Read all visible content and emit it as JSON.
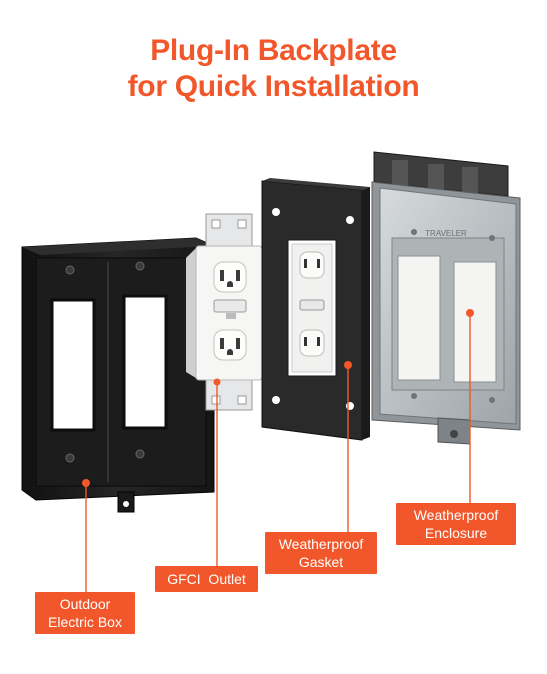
{
  "header": {
    "title_line_1": "Plug-In Backplate",
    "title_line_2": "for Quick Installation"
  },
  "callouts": {
    "outdoor_box": {
      "line1": "Outdoor",
      "line2": "Electric Box"
    },
    "gfci_outlet": {
      "line1": "GFCI  Outlet"
    },
    "gasket": {
      "line1": "Weatherproof",
      "line2": "Gasket"
    },
    "enclosure": {
      "line1": "Weatherproof",
      "line2": "Enclosure"
    }
  },
  "product": {
    "brand_mark": "TRAVELER"
  },
  "colors": {
    "accent": "#f2572b",
    "box": "#1b1b1b",
    "gasket": "#2a2a2a",
    "outlet": "#f4f4f2",
    "enclosure_frame": "#8f9598",
    "enclosure_glass": "#c9ced0"
  }
}
